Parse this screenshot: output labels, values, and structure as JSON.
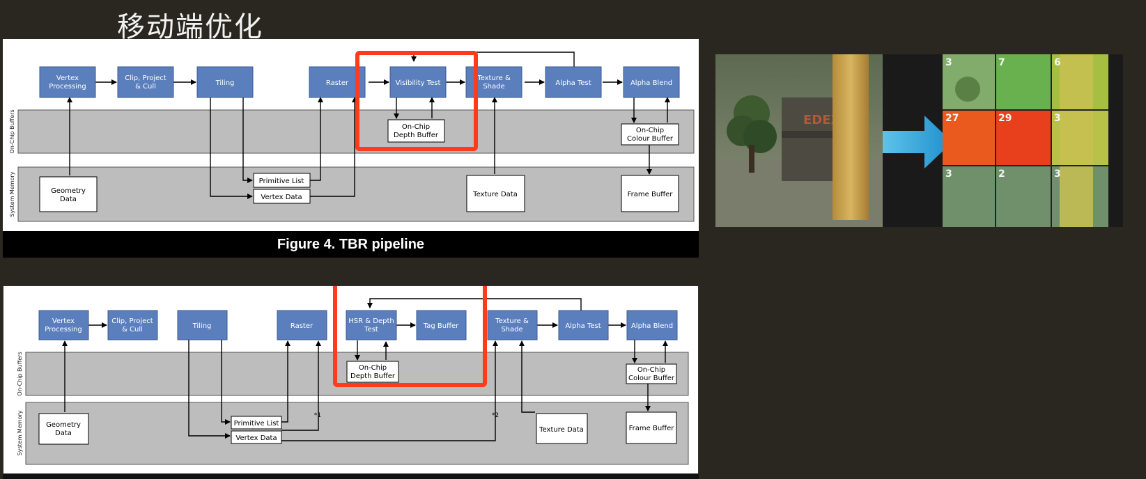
{
  "slide": {
    "title": "移动端优化"
  },
  "figure1": {
    "caption": "Figure 4. TBR pipeline",
    "band_labels": {
      "on_chip": "On-Chip Buffers",
      "system_memory": "System Memory"
    },
    "stages": {
      "vertex": [
        "Vertex",
        "Processing"
      ],
      "clip": [
        "Clip, Project",
        "& Cull"
      ],
      "tiling": [
        "Tiling"
      ],
      "raster": [
        "Raster"
      ],
      "visibility": [
        "Visibility Test"
      ],
      "texture": [
        "Texture &",
        "Shade"
      ],
      "alpha_test": [
        "Alpha Test"
      ],
      "alpha_blend": [
        "Alpha Blend"
      ]
    },
    "buffers": {
      "depth": [
        "On-Chip",
        "Depth Buffer"
      ],
      "colour": [
        "On-Chip",
        "Colour Buffer"
      ],
      "geometry": [
        "Geometry",
        "Data"
      ],
      "primitive": [
        "Primitive List"
      ],
      "vertex_data": [
        "Vertex Data"
      ],
      "texture_data": [
        "Texture Data"
      ],
      "frame": [
        "Frame Buffer"
      ]
    }
  },
  "figure2": {
    "band_labels": {
      "on_chip": "On-Chip Buffers",
      "system_memory": "System Memory"
    },
    "stages": {
      "vertex": [
        "Vertex",
        "Processing"
      ],
      "clip": [
        "Clip, Project",
        "& Cull"
      ],
      "tiling": [
        "Tiling"
      ],
      "raster": [
        "Raster"
      ],
      "hsr": [
        "HSR & Depth",
        "Test"
      ],
      "tag": [
        "Tag Buffer"
      ],
      "texture": [
        "Texture &",
        "Shade"
      ],
      "alpha_test": [
        "Alpha Test"
      ],
      "alpha_blend": [
        "Alpha Blend"
      ]
    },
    "buffers": {
      "depth": [
        "On-Chip",
        "Depth Buffer"
      ],
      "colour": [
        "On-Chip",
        "Colour Buffer"
      ],
      "geometry": [
        "Geometry",
        "Data"
      ],
      "primitive": [
        "Primitive List"
      ],
      "vertex_data": [
        "Vertex Data"
      ],
      "texture_data": [
        "Texture Data"
      ],
      "frame": [
        "Frame Buffer"
      ]
    },
    "notes": {
      "n1": "*1",
      "n2": "*2"
    }
  },
  "tile_image": {
    "counts": [
      "3",
      "7",
      "6",
      "27",
      "29",
      "3",
      "3",
      "2",
      "3"
    ],
    "sign_text": "EDEX"
  },
  "colors": {
    "stage_fill": "#5b7fbd",
    "band_fill": "#bdbdbd",
    "highlight": "#ff3b1e",
    "arrow": "#2a9fd6"
  }
}
